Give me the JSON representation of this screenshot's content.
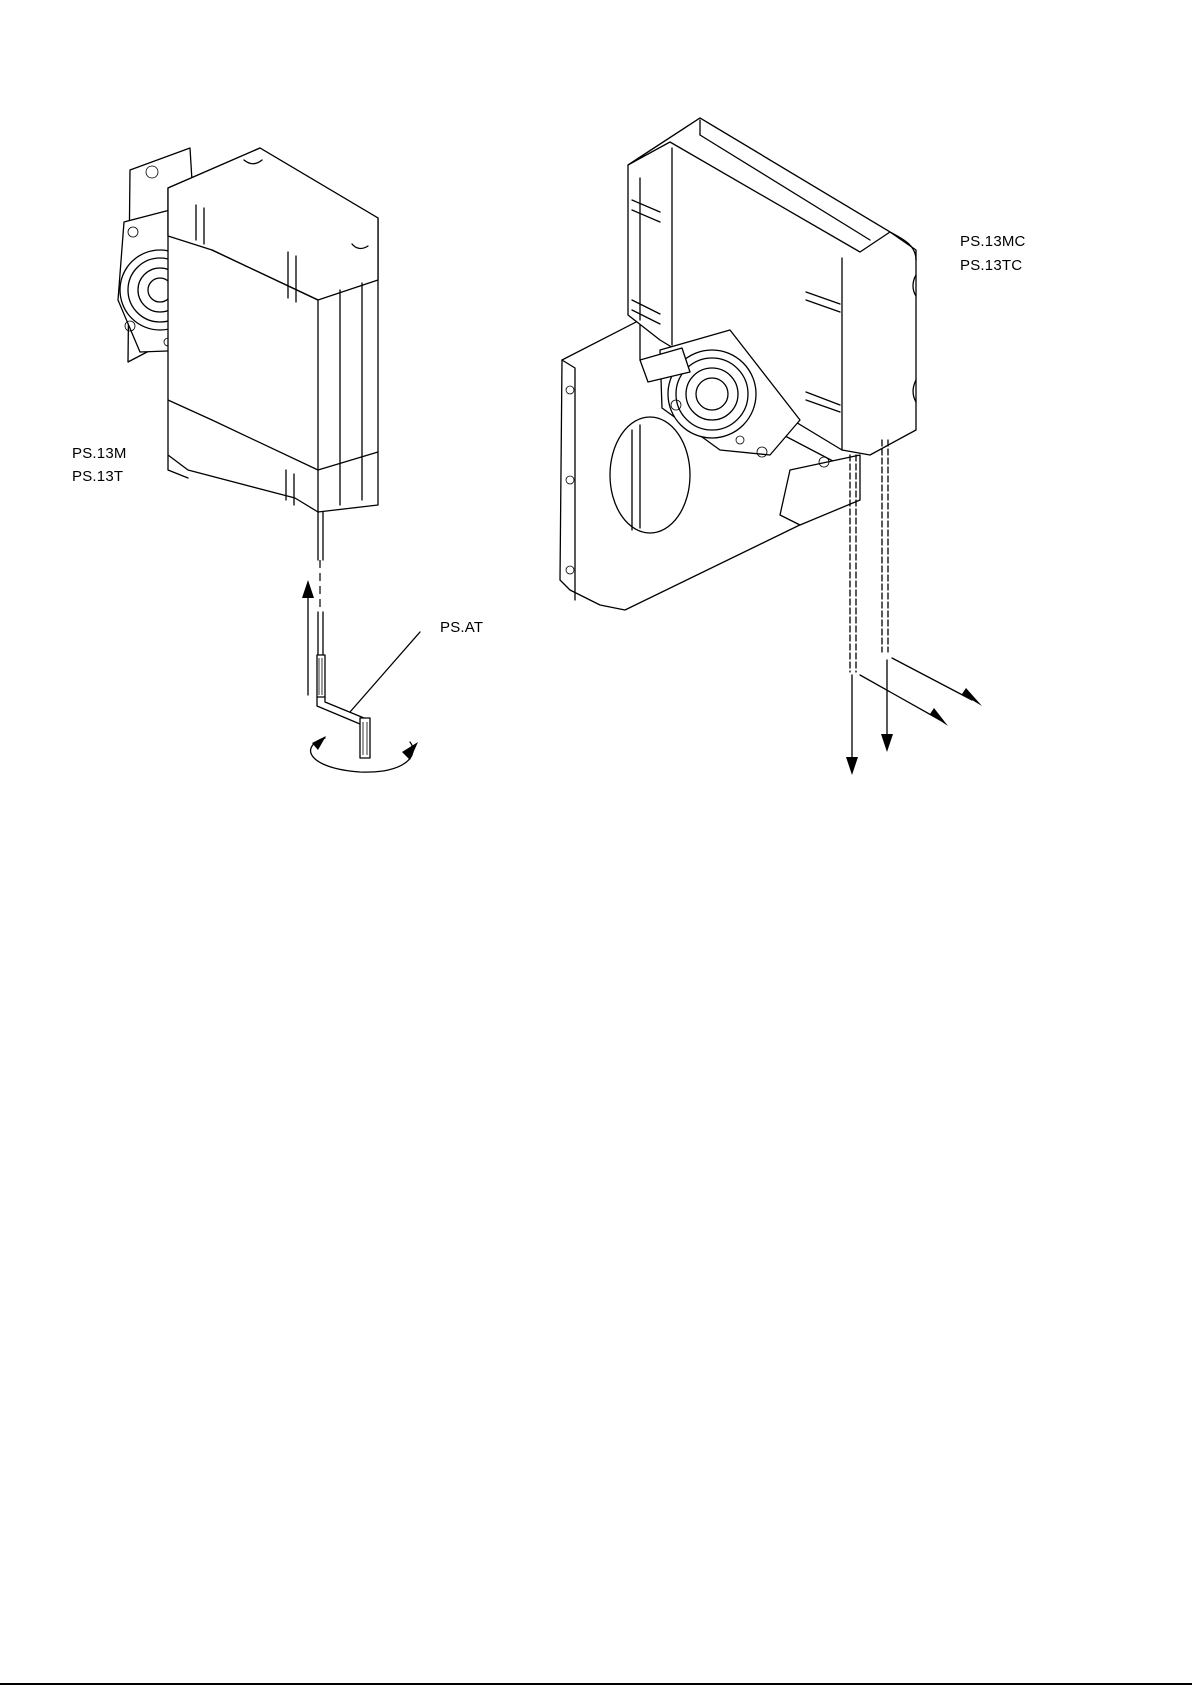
{
  "labels": {
    "left_motor_line1": "PS.13M",
    "left_motor_line2": "PS.13T",
    "crank": "PS.AT",
    "right_motor_line1": "PS.13MC",
    "right_motor_line2": "PS.13TC"
  },
  "colors": {
    "line": "#000000",
    "background": "#ffffff"
  }
}
